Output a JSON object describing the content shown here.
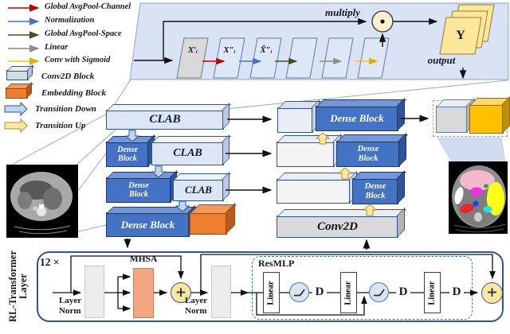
{
  "legend": {
    "arrow_items": [
      {
        "label": "Global AvgPool-Channel",
        "color": "#c00000"
      },
      {
        "label": "Normalization",
        "color": "#4472c4"
      },
      {
        "label": "Global AvgPool-Space",
        "color": "#375623"
      },
      {
        "label": "Linear",
        "color": "#8c8c8c"
      },
      {
        "label": "Conv with Sigmoid",
        "color": "#ffc000"
      }
    ],
    "block_items": [
      {
        "label": "Conv2D Block"
      },
      {
        "label": "Embedding Block"
      },
      {
        "label": "Transition Down"
      },
      {
        "label": "Transition Up"
      }
    ]
  },
  "clab_detail": {
    "planes": [
      {
        "label": "X′ᵢ"
      },
      {
        "label": "X″ᵢ"
      },
      {
        "label": "X̃″ᵢ"
      }
    ],
    "multiply": "multiply",
    "y": "Y",
    "output": "output"
  },
  "encoder": {
    "rows": [
      {
        "clab": "CLAB"
      },
      {
        "dense": "Dense Block",
        "clab": "CLAB"
      },
      {
        "dense": "Dense Block",
        "clab": "CLAB"
      },
      {
        "dense": "Dense Block"
      }
    ]
  },
  "decoder": {
    "rows": [
      {
        "dense": "Dense Block"
      },
      {
        "dense": "Dense Block"
      },
      {
        "dense": "Dense Block"
      }
    ],
    "conv": "Conv2D"
  },
  "transformer": {
    "side_label_line1": "RL-Transformer",
    "side_label_line2": "Layer",
    "repeat": "12 ×",
    "layer_norm_1": "Layer Norm",
    "layer_norm_2": "Layer Norm",
    "mhsa": "MHSA",
    "resmlp": "ResMLP",
    "linear_1": "Linear",
    "linear_2": "Linear",
    "linear_3": "Linear",
    "dropout_1": "D",
    "dropout_2": "D",
    "dropout_3": "D",
    "plus": "+"
  },
  "colors": {
    "dense_blue": "#4472c4",
    "clab_light_blue": "#dce6f5",
    "embedding_orange": "#ed7d31",
    "conv_gray": "#d9d9d9",
    "output_yellow": "#ffc000",
    "panel_blue": "#dae3f3",
    "mhsa_salmon": "#f4a582",
    "residual_circle_yellow": "#ffe699"
  }
}
